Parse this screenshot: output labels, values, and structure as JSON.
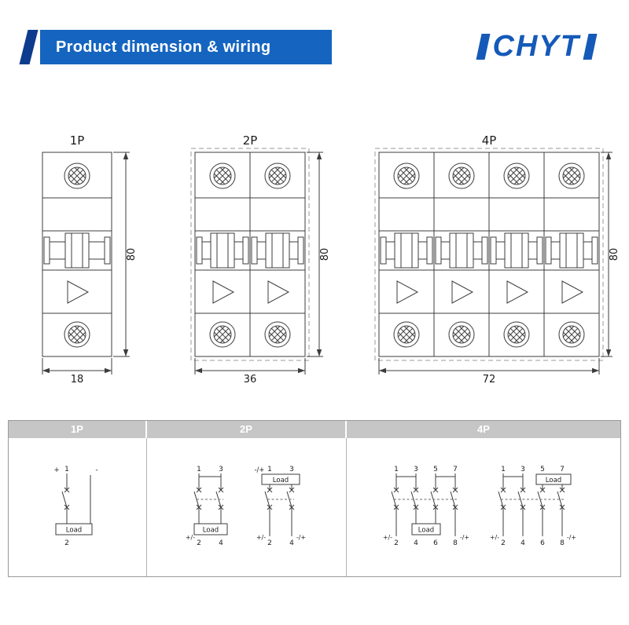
{
  "header": {
    "title": "Product dimension & wiring",
    "logo_text": "CHYT",
    "banner_color": "#1565c0",
    "accent_color": "#0d3c8f",
    "logo_color": "#155ab8"
  },
  "dimension_section": {
    "diagrams": [
      {
        "id": "1p",
        "label": "1P",
        "poles": 1,
        "height_dim": "80",
        "width_dim": "18"
      },
      {
        "id": "2p",
        "label": "2P",
        "poles": 2,
        "height_dim": "80",
        "width_dim": "36"
      },
      {
        "id": "4p",
        "label": "4P",
        "poles": 4,
        "height_dim": "80",
        "width_dim": "72"
      }
    ]
  },
  "wiring_section": {
    "columns": [
      {
        "header": "1P",
        "diagrams": [
          {
            "id": "p1",
            "top_labels": [
              "1"
            ],
            "bottom_labels": [
              "2"
            ],
            "load_label": "Load",
            "annotations": {
              "top_left": "+",
              "top_right": "-"
            }
          }
        ]
      },
      {
        "header": "2P",
        "diagrams": [
          {
            "id": "p2a",
            "top_labels": [
              "1",
              "3"
            ],
            "bottom_labels": [
              "2",
              "4"
            ],
            "load_label": "Load",
            "annotations": {
              "bottom_left": "+/-"
            }
          },
          {
            "id": "p2b",
            "top_labels": [
              "1",
              "3"
            ],
            "bottom_labels": [
              "2",
              "4"
            ],
            "load_label": "Load",
            "annotations": {
              "top_left": "-/+",
              "bottom_left": "+/-",
              "bottom_right": "-/+"
            }
          }
        ]
      },
      {
        "header": "4P",
        "diagrams": [
          {
            "id": "p4a",
            "top_labels": [
              "1",
              "3",
              "5",
              "7"
            ],
            "bottom_labels": [
              "2",
              "4",
              "6",
              "8"
            ],
            "load_label": "Load",
            "annotations": {
              "bottom_left": "+/-",
              "bottom_right": "-/+"
            }
          },
          {
            "id": "p4b",
            "top_labels": [
              "1",
              "3",
              "5",
              "7"
            ],
            "bottom_labels": [
              "2",
              "4",
              "6",
              "8"
            ],
            "load_label": "Load",
            "annotations": {
              "bottom_left": "+/-",
              "bottom_right": "-/+"
            }
          }
        ]
      }
    ]
  }
}
